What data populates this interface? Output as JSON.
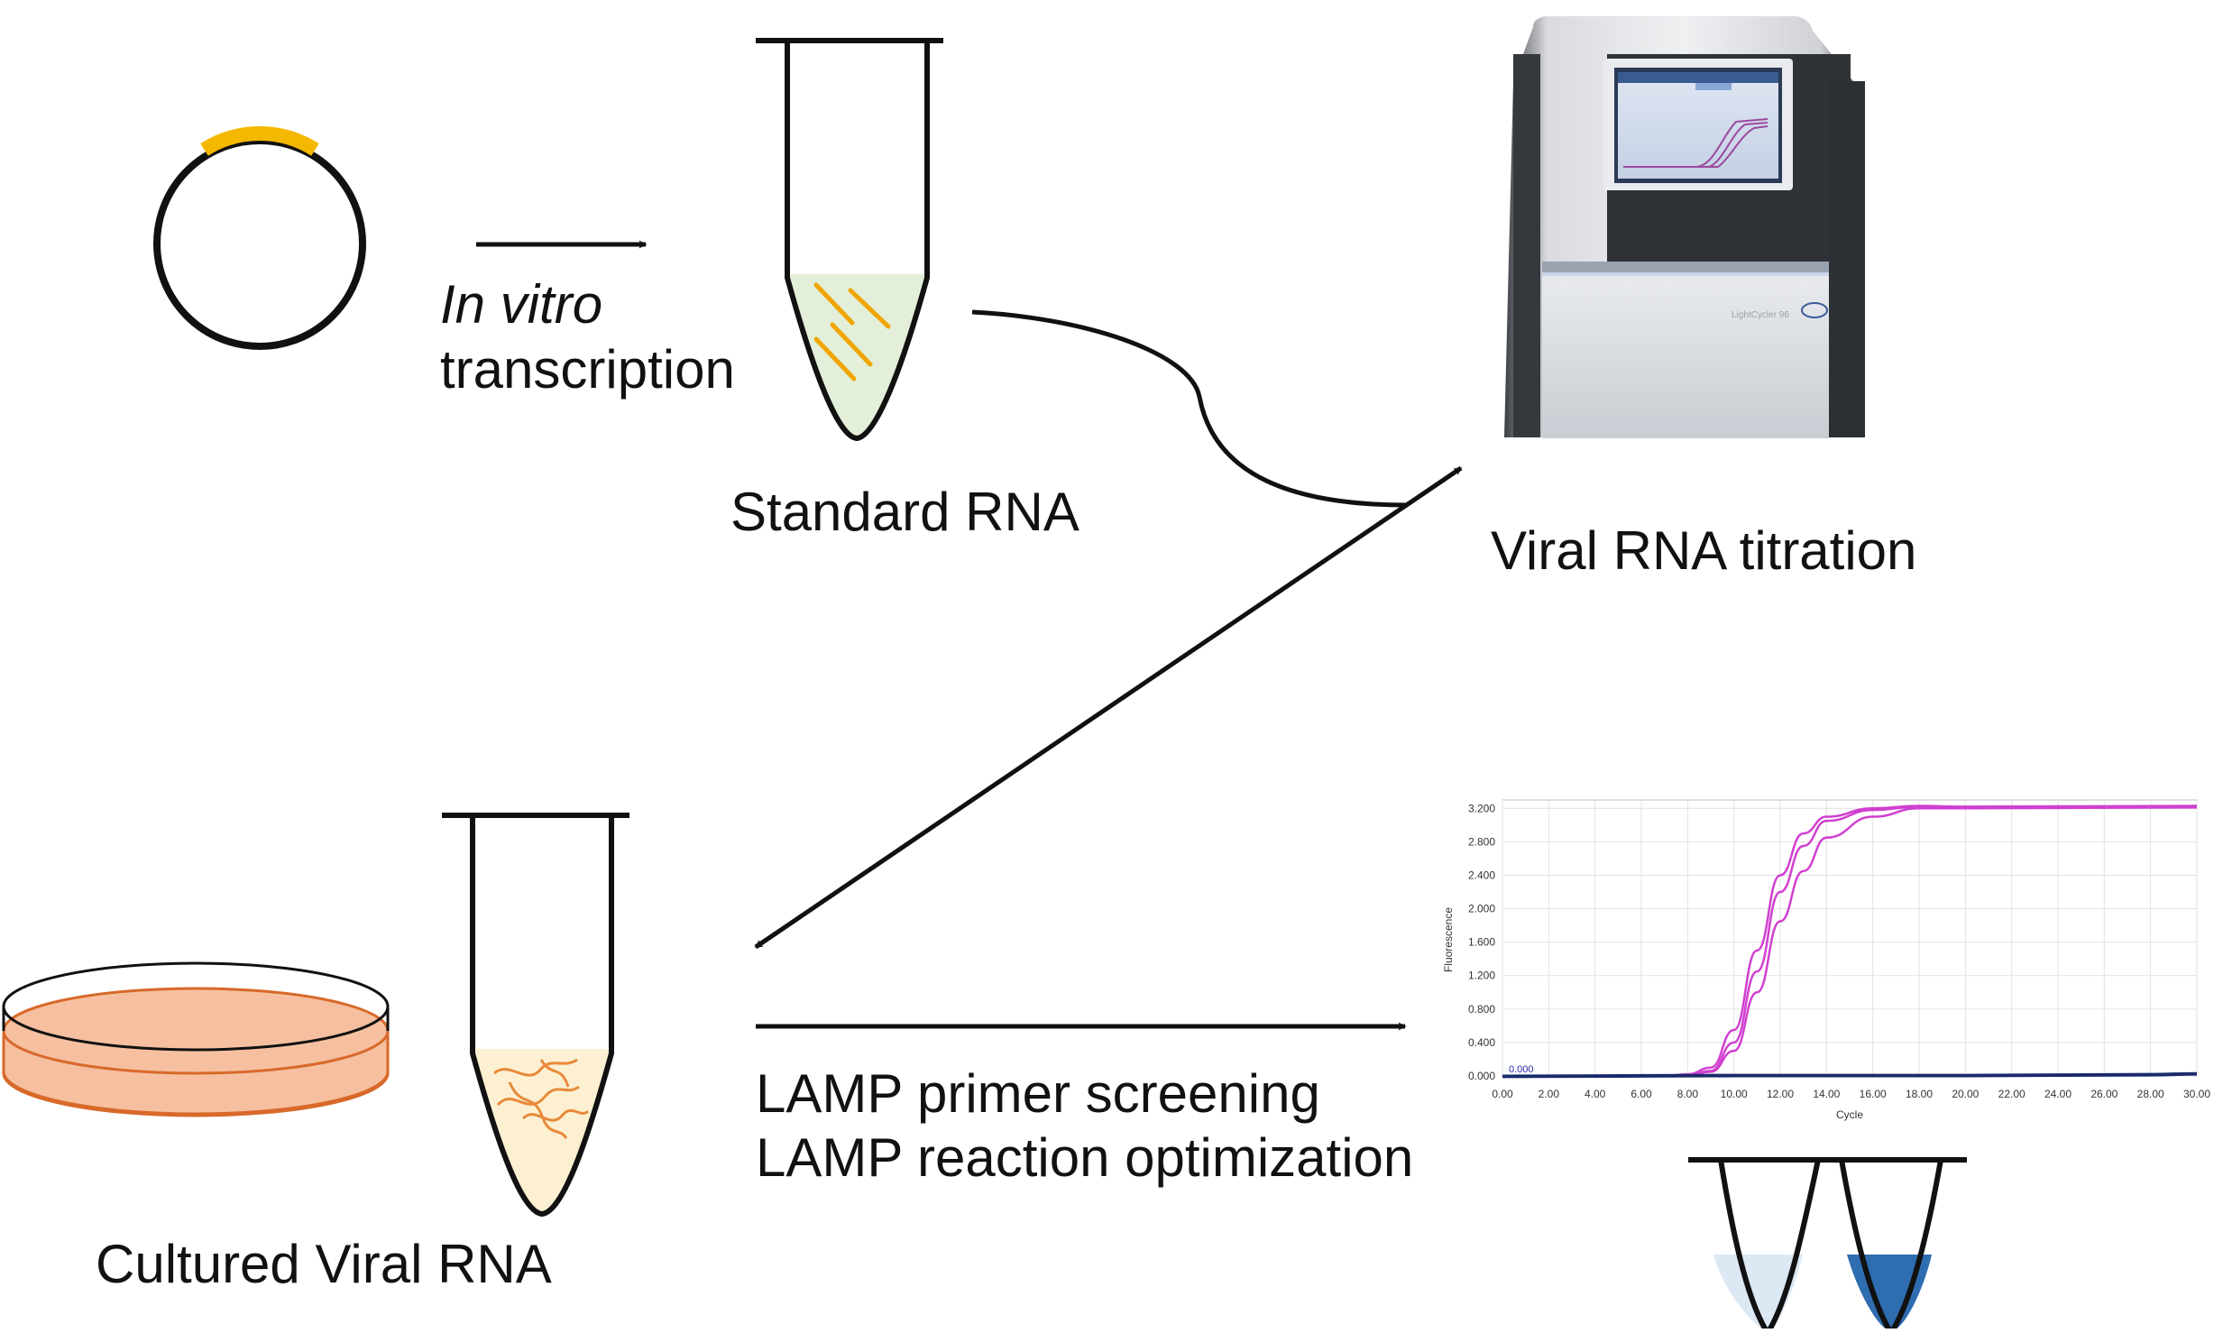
{
  "labels": {
    "in_vitro": "In vitro",
    "transcription": "transcription",
    "standard_rna": "Standard RNA",
    "viral_rna_titration": "Viral RNA titration",
    "cultured_viral_rna": "Cultured Viral RNA",
    "lamp_primer_screening": "LAMP primer screening",
    "lamp_reaction_optimization": "LAMP reaction optimization"
  },
  "icons": {
    "plasmid": "plasmid-icon",
    "standard_tube": "standard-rna-tube-icon",
    "instrument": "real-time-pcr-instrument-icon",
    "petri_dish": "petri-dish-icon",
    "cultured_tube": "cultured-rna-tube-icon",
    "result_tubes": "lamp-result-tubes-icon"
  },
  "colors": {
    "plasmid_insert": "#f5b800",
    "standard_liquid": "#e3efd8",
    "rna_strands": "#f0a500",
    "dish_fill": "#f6c0a0",
    "dish_edge": "#d8692a",
    "cultured_liquid": "#fdf0d2",
    "viral_rna_strands": "#e88a3a",
    "curve_color": "#d040d0",
    "baseline_color": "#1a2a6a",
    "negative_tube": "#dce9f5",
    "positive_tube": "#2e6db0"
  },
  "chart_data": {
    "type": "line",
    "xlabel": "Cycle",
    "ylabel": "Fluorescence",
    "xlim": [
      0,
      30
    ],
    "ylim": [
      0,
      3.3
    ],
    "x_ticks": [
      "0.00",
      "2.00",
      "4.00",
      "6.00",
      "8.00",
      "10.00",
      "12.00",
      "14.00",
      "16.00",
      "18.00",
      "20.00",
      "22.00",
      "24.00",
      "26.00",
      "28.00",
      "30.00"
    ],
    "y_ticks": [
      "0.000",
      "0.400",
      "0.800",
      "1.200",
      "1.600",
      "2.000",
      "2.400",
      "2.800",
      "3.200"
    ],
    "threshold_label": "0.000",
    "grid": true,
    "series": [
      {
        "color": "#d040d0",
        "x": [
          0,
          7,
          8,
          9,
          10,
          11,
          12,
          13,
          14,
          16,
          18,
          20,
          30
        ],
        "y": [
          0,
          0,
          0.02,
          0.1,
          0.55,
          1.5,
          2.4,
          2.9,
          3.1,
          3.2,
          3.23,
          3.22,
          3.23
        ]
      },
      {
        "color": "#d040d0",
        "x": [
          0,
          7,
          8,
          9,
          10,
          11,
          12,
          13,
          14,
          16,
          18,
          20,
          30
        ],
        "y": [
          0,
          0,
          0.01,
          0.06,
          0.4,
          1.25,
          2.2,
          2.75,
          3.05,
          3.18,
          3.22,
          3.21,
          3.22
        ]
      },
      {
        "color": "#d040d0",
        "x": [
          0,
          7,
          8,
          9,
          10,
          11,
          12,
          13,
          14,
          16,
          18,
          20,
          30
        ],
        "y": [
          0,
          0,
          0.01,
          0.05,
          0.3,
          1.0,
          1.85,
          2.45,
          2.85,
          3.1,
          3.2,
          3.2,
          3.21
        ]
      },
      {
        "color": "#1a2a6a",
        "x": [
          0,
          10,
          20,
          28,
          30
        ],
        "y": [
          0.0,
          0.01,
          0.01,
          0.02,
          0.03
        ]
      },
      {
        "color": "#1a2a6a",
        "x": [
          0,
          10,
          20,
          28,
          30
        ],
        "y": [
          -0.01,
          0.0,
          0.0,
          0.01,
          0.02
        ]
      }
    ]
  }
}
